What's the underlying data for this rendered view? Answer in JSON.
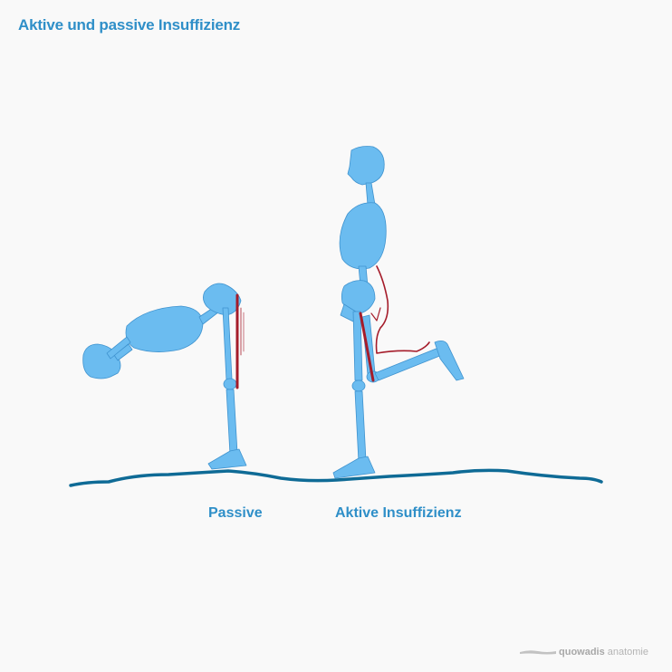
{
  "title": "Aktive und passive Insuffizienz",
  "captions": {
    "passive": "Passive",
    "active": "Aktive Insuffizienz"
  },
  "brand": {
    "name": "quowadis",
    "suffix": "anatomie"
  },
  "colors": {
    "title": "#2f8fc8",
    "skeleton": "#6bbcf0",
    "skeleton_outline": "#3f93cf",
    "muscle": "#a51c2a",
    "ground": "#0f6b96",
    "background": "#f9f9f9",
    "brand": "#b4b4b4"
  }
}
